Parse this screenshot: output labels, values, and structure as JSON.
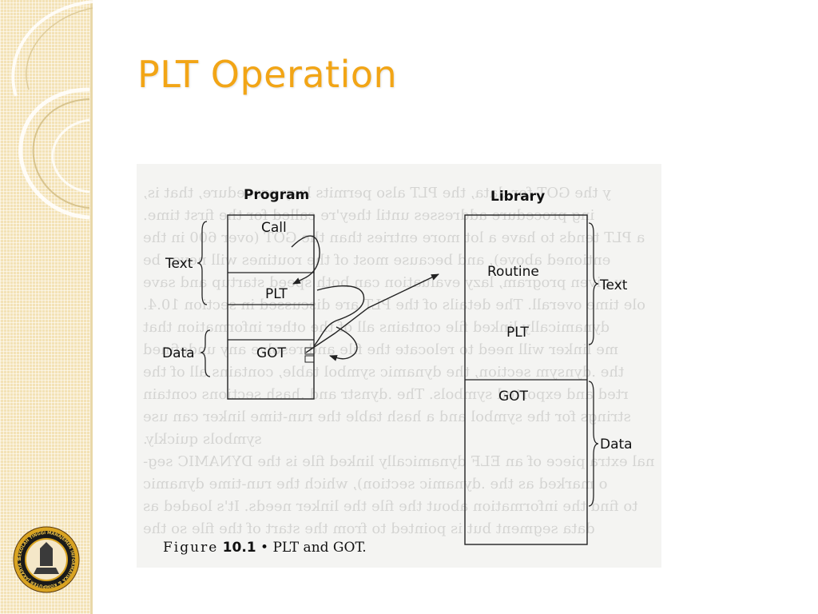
{
  "slide": {
    "title": "PLT Operation"
  },
  "diagram": {
    "program": {
      "heading": "Program",
      "boxes": [
        "Call",
        "PLT",
        "GOT"
      ],
      "brace_labels": [
        "Text",
        "Data"
      ]
    },
    "library": {
      "heading": "Library",
      "boxes": [
        "Routine",
        "PLT",
        "GOT"
      ],
      "brace_labels": [
        "Text",
        "Data"
      ]
    },
    "caption": {
      "figure_word": "Figure",
      "number": "10.1",
      "separator": "•",
      "text": "PLT and GOT."
    }
  },
  "background_text": [
    "y the GOT for data, the PLT also permits lazy procedure, that is,",
    "ing procedure addresses until they're called for the first time.",
    "a PLT tends to have a lot more entries than the GOT (over 600 in the",
    "entioned above), and because most of the routines will never be",
    "y given program, lazy evaluation can both speed startup and save",
    "ole time overall. The details of the PLT are discussed in section 10.4.",
    "dynamically linked file contains all of the other information that",
    "me linker will need to relocate the file and resolve any undefined",
    "the .dynsym section, the dynamic symbol table, contains all of the",
    "rted and exported symbols. The .dynstr and .hash sections contain",
    "strings for the symbol and a hash table the run-time linker can use",
    "symbols quickly.",
    "nal extra piece of an ELF dynamically linked file is the DYNAMIC seg-",
    "o marked as the .dynamic section), which the run-time dynamic",
    "to find the information about the file the linker needs. It's loaded as",
    "data segment but is pointed to from the start of the file so the"
  ],
  "logo": {
    "text": "SEKOLAH TINGGI MANAJEMEN INFORMATIKA & KOMPUTER JAKARTA STI&K"
  },
  "colors": {
    "title": "#f2a516",
    "sidebar": "#f3e2b6",
    "panel": "#f4f4f2",
    "ink": "#111111",
    "logo_ring": "#d9a320"
  }
}
